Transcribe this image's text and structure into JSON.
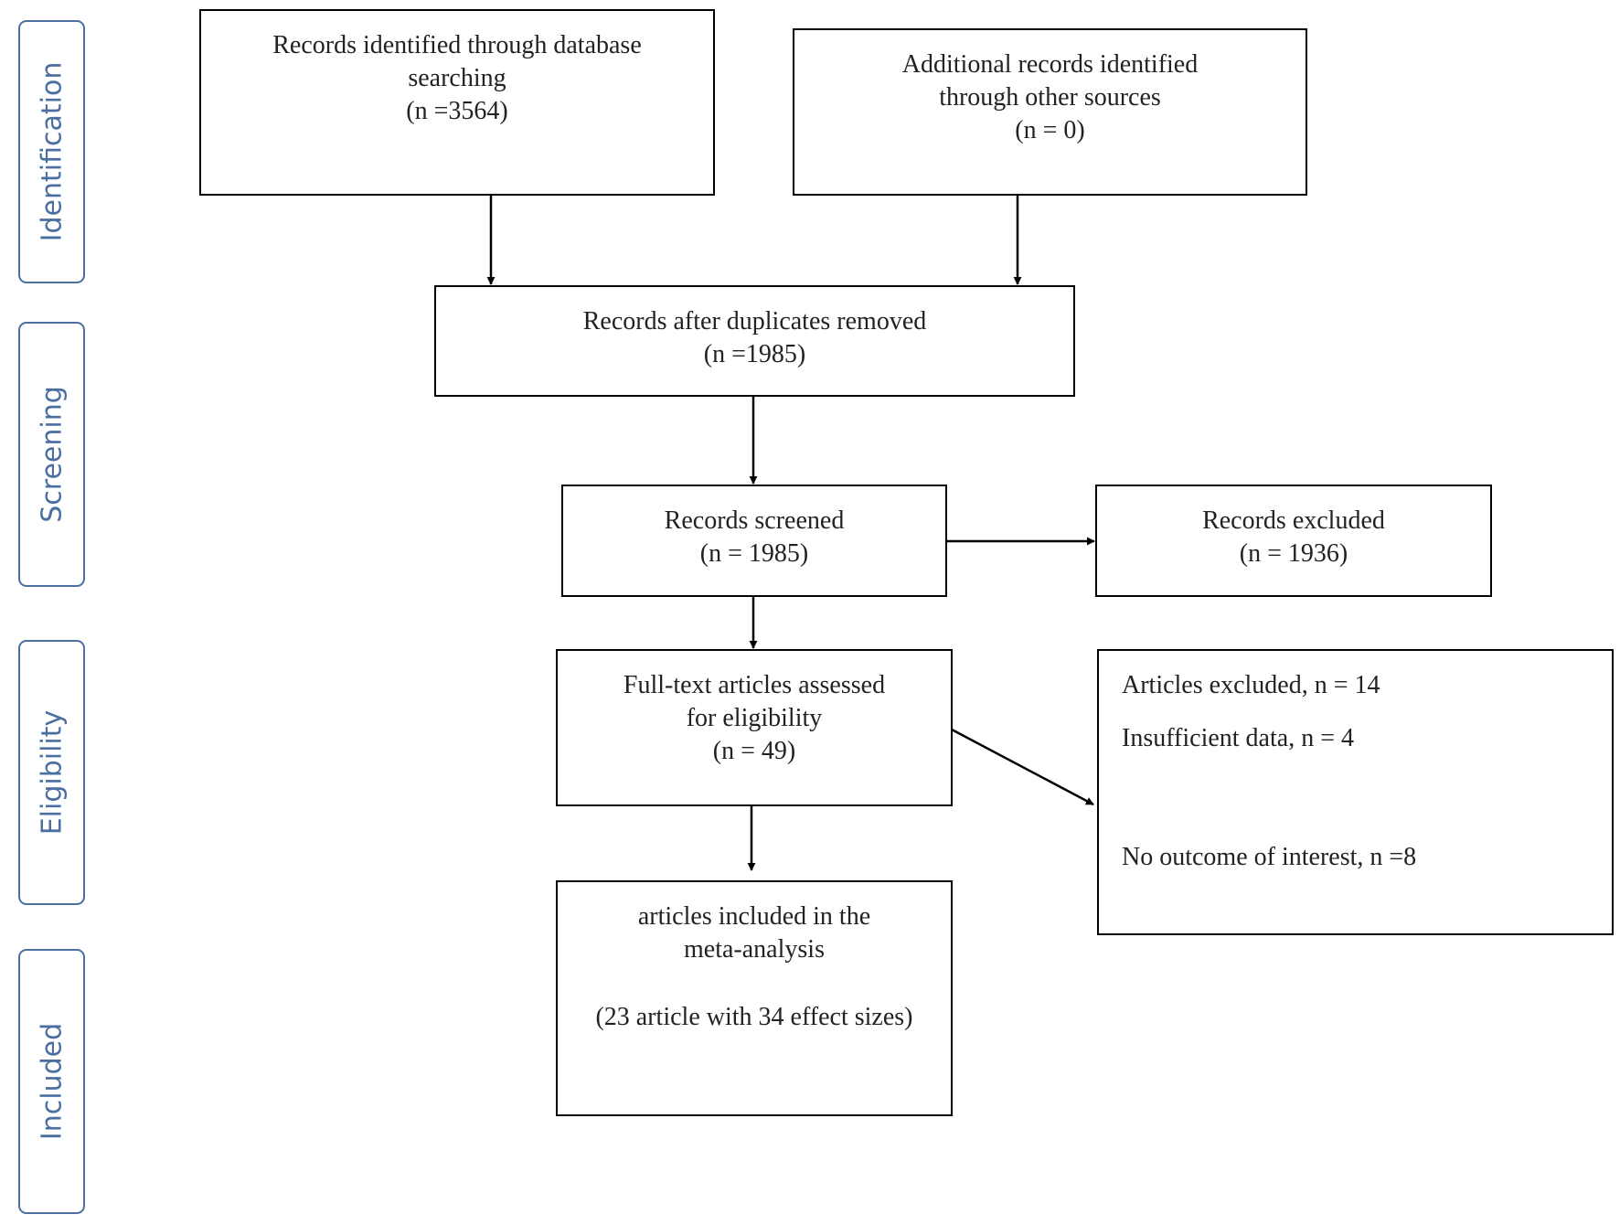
{
  "phases": [
    {
      "key": "identification",
      "label": "Identification"
    },
    {
      "key": "screening",
      "label": "Screening"
    },
    {
      "key": "eligibility",
      "label": "Eligibility"
    },
    {
      "key": "included",
      "label": "Included"
    }
  ],
  "boxes": {
    "database": [
      "Records identified through database",
      "searching",
      "(n =3564)"
    ],
    "other_sources": [
      "Additional records identified",
      "through other sources",
      "(n = 0)"
    ],
    "duplicates_removed": [
      "Records after duplicates removed",
      "(n =1985)"
    ],
    "screened": [
      "Records screened",
      "(n = 1985)"
    ],
    "excluded": [
      "Records excluded",
      "(n = 1936)"
    ],
    "full_text": [
      "Full-text articles assessed",
      "for eligibility",
      "(n = 49)"
    ],
    "articles_excluded": [
      "Articles excluded, n = 14",
      "Insufficient data, n = 4",
      "No outcome of interest, n =8"
    ],
    "included": [
      "articles included in the",
      "meta-analysis",
      "(23 article with  34 effect sizes)"
    ]
  },
  "colors": {
    "phase_border": "#4a6fa0",
    "phase_text": "#4a6fa0",
    "box_border": "#000000",
    "arrow": "#000000"
  }
}
